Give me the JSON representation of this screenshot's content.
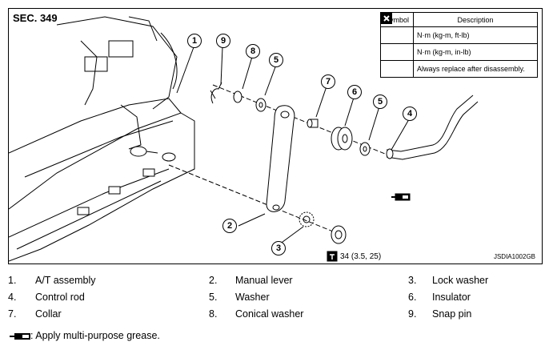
{
  "section": "SEC. 349",
  "legend": {
    "header": {
      "symbol": "Symbol",
      "description": "Description"
    },
    "rows": [
      {
        "icon": "torque-wrench-icon",
        "text": "N·m (kg-m, ft-lb)"
      },
      {
        "icon": "torque-wrench-inlb-icon",
        "text": "N·m (kg-m, in-lb)"
      },
      {
        "icon": "replace-icon",
        "text": "Always replace after disassembly."
      }
    ]
  },
  "torque_spec": "34 (3.5, 25)",
  "figure_id": "JSDIA1002GB",
  "callouts": [
    "1",
    "2",
    "3",
    "4",
    "5",
    "5",
    "6",
    "7",
    "8",
    "9"
  ],
  "parts": [
    {
      "num": "1.",
      "name": "A/T assembly"
    },
    {
      "num": "2.",
      "name": "Manual lever"
    },
    {
      "num": "3.",
      "name": "Lock washer"
    },
    {
      "num": "4.",
      "name": "Control rod"
    },
    {
      "num": "5.",
      "name": "Washer"
    },
    {
      "num": "6.",
      "name": "Insulator"
    },
    {
      "num": "7.",
      "name": "Collar"
    },
    {
      "num": "8.",
      "name": "Conical washer"
    },
    {
      "num": "9.",
      "name": "Snap pin"
    }
  ],
  "note": ": Apply multi-purpose grease."
}
